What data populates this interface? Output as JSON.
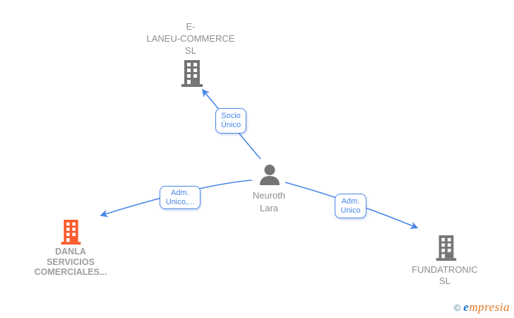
{
  "diagram": {
    "title": "corporate-relations-graph",
    "nodes": {
      "company_top": {
        "label": "E-\nLANEU-COMMERCE\nSL",
        "type": "company",
        "icon": "building-icon",
        "icon_color": "#757575"
      },
      "person_center": {
        "label": "Neuroth\nLara",
        "type": "person",
        "icon": "person-icon",
        "icon_color": "#757575"
      },
      "company_left": {
        "label": "DANLA\nSERVICIOS\nCOMERCIALES...",
        "type": "company",
        "icon": "building-icon",
        "icon_color": "#fa5a2c",
        "highlighted": true
      },
      "company_right": {
        "label": "FUNDATRONIC\nSL",
        "type": "company",
        "icon": "building-icon",
        "icon_color": "#757575"
      }
    },
    "edges": [
      {
        "label": "Socio\nÚnico",
        "from": "person_center",
        "to": "company_top"
      },
      {
        "label": "Adm.\nUnico,...",
        "from": "person_center",
        "to": "company_left"
      },
      {
        "label": "Adm.\nUnico",
        "from": "person_center",
        "to": "company_right"
      }
    ],
    "colors": {
      "edge_blue": "#4a86e8",
      "icon_gray": "#757575",
      "label_gray": "#8e8e8e",
      "highlight_orange": "#fa5a2c"
    }
  },
  "watermark": {
    "copyright_symbol": "©",
    "brand_initial": "e",
    "brand_rest": "mpresia"
  }
}
